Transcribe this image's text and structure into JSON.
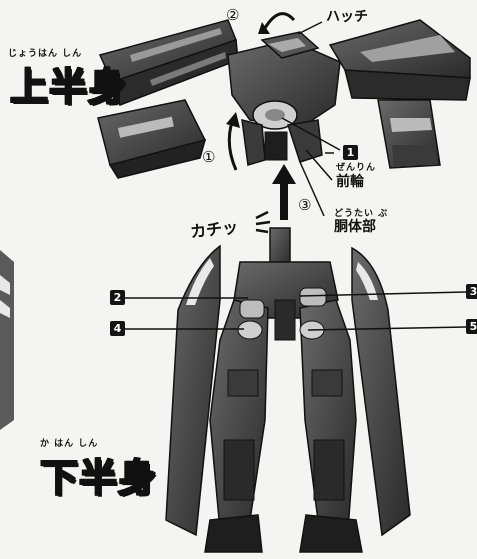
{
  "upper_body": {
    "ruby": "じょうはん しん",
    "label": "上半身"
  },
  "lower_body": {
    "ruby": "か はん しん",
    "label": "下半身"
  },
  "hatch_label": "ハッチ",
  "front_wheel": {
    "ruby": "ぜんりん",
    "label": "前輪"
  },
  "torso": {
    "ruby": "どうたい ぶ",
    "label": "胴体部"
  },
  "click_sound": "カチッ",
  "steps": [
    "①",
    "②",
    "③"
  ],
  "parts": [
    "1",
    "2",
    "3",
    "4",
    "5"
  ]
}
